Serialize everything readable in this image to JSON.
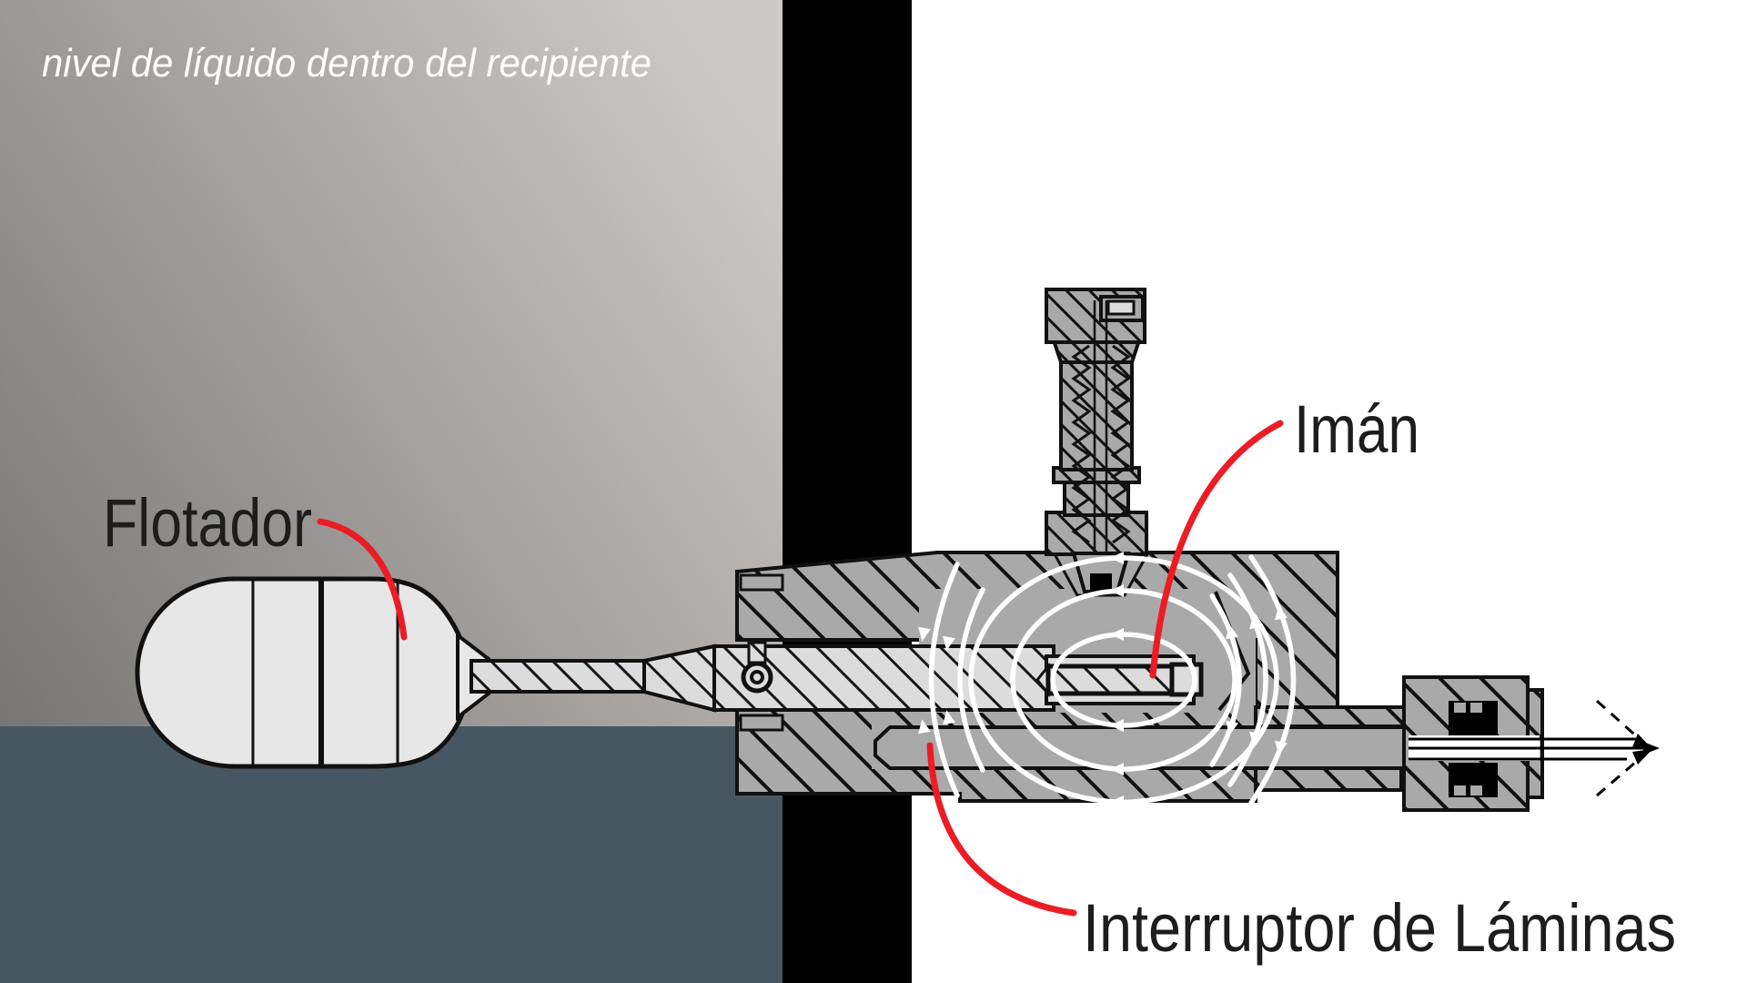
{
  "diagram": {
    "caption": "nivel de líquido dentro del recipiente",
    "labels": {
      "float": "Flotador",
      "magnet": "Imán",
      "reed_switch": "Interruptor de Láminas"
    },
    "type": "cutaway-diagram-magnetic-float-level-switch"
  },
  "colors": {
    "red": "#ec1c24",
    "ink": "#1d1d1d",
    "white_text": "#ffffff",
    "liquid": "#475761",
    "wall": "#000000",
    "outside": "#ffffff",
    "tank_dark": "#6b6a68",
    "tank_light": "#cdc9c6",
    "metal_gray": "#a9a9a9",
    "metal_light": "#dcdcdc",
    "float_fill": "#e7e7e7",
    "field_line": "#ffffff"
  }
}
